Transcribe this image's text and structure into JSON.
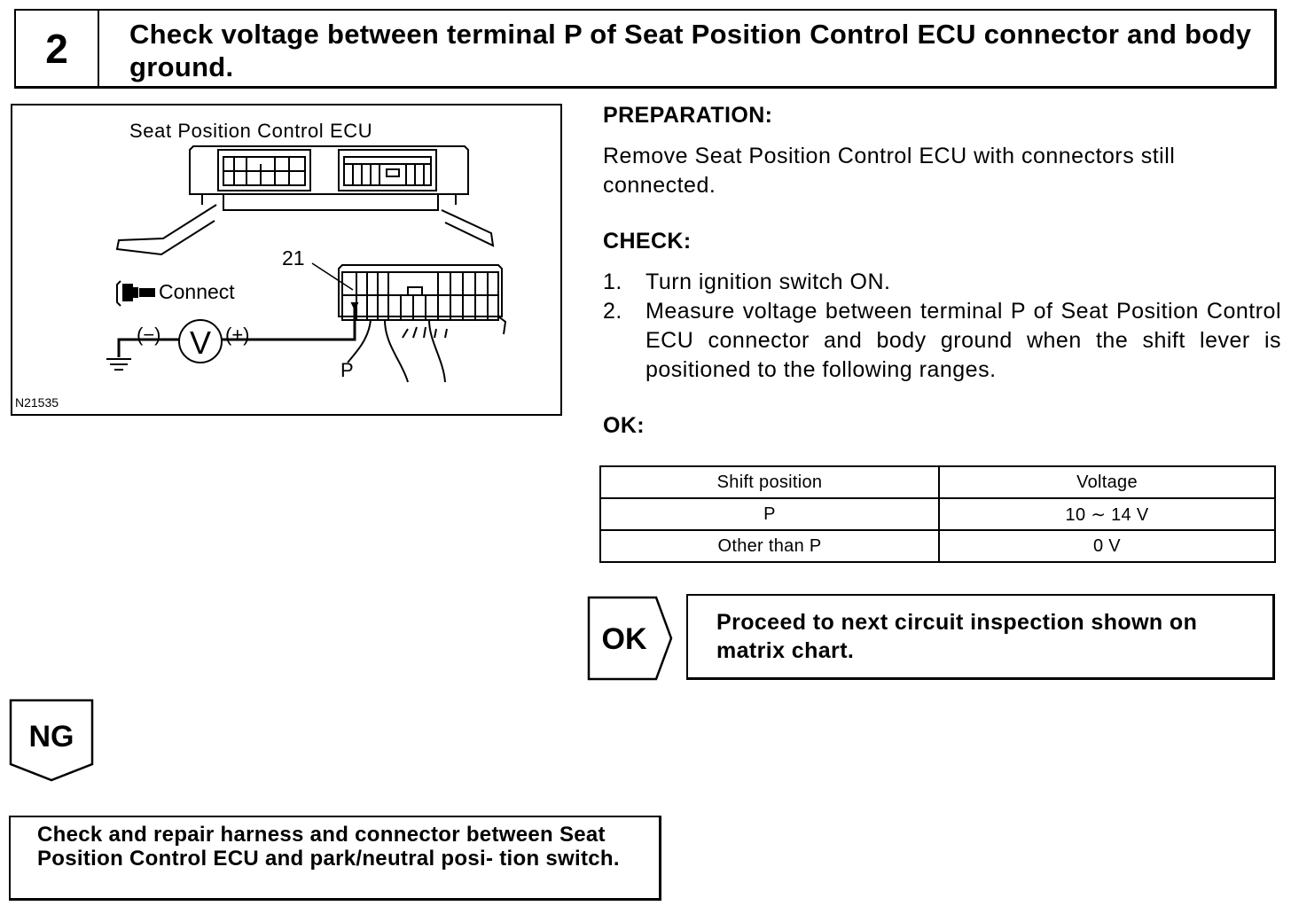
{
  "header": {
    "step_number": "2",
    "title": "Check voltage between terminal P of Seat Position Control ECU connector and body ground."
  },
  "figure": {
    "title": "Seat Position Control ECU",
    "terminal_number": "21",
    "connect_label": "Connect",
    "minus_label": "(−)",
    "plus_label": "(+)",
    "meter_symbol": "V",
    "terminal_label": "P",
    "figure_id": "N21535"
  },
  "preparation": {
    "heading": "PREPARATION:",
    "text": "Remove Seat Position Control ECU with connectors still connected."
  },
  "check": {
    "heading": "CHECK:",
    "steps": [
      {
        "num": "1.",
        "text": "Turn ignition switch ON."
      },
      {
        "num": "2.",
        "text": "Measure voltage between terminal P of Seat Position Control ECU connector and body ground when the shift lever is positioned to the following ranges."
      }
    ]
  },
  "ok_spec": {
    "heading": "OK:",
    "columns": [
      "Shift position",
      "Voltage"
    ],
    "rows": [
      [
        "P",
        "10 ∼ 14 V"
      ],
      [
        "Other than P",
        "0 V"
      ]
    ]
  },
  "ok_branch": {
    "tag": "OK",
    "text": "Proceed to next circuit inspection shown on matrix chart."
  },
  "ng_branch": {
    "tag": "NG",
    "text": "Check and repair harness and connector between Seat Position Control ECU and park/neutral posi- tion switch."
  }
}
